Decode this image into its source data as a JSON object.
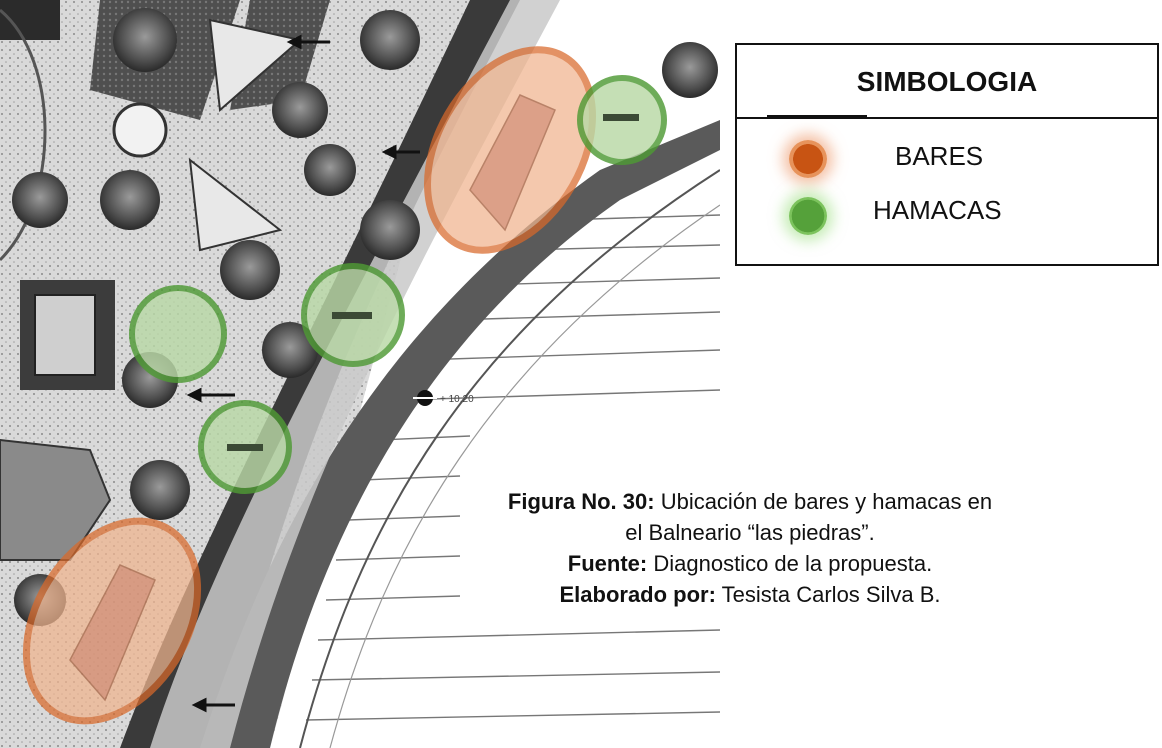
{
  "legend": {
    "title": "SIMBOLOGIA",
    "items": [
      {
        "label": "BARES",
        "color": "#c85413"
      },
      {
        "label": "HAMACAS",
        "color": "#55a13a"
      }
    ]
  },
  "caption": {
    "figure_label": "Figura No. 30:",
    "figure_text_1": " Ubicación de bares y hamacas en",
    "figure_text_2": "el Balneario “las piedras”.",
    "source_label": "Fuente:",
    "source_text": " Diagnostico de la propuesta.",
    "author_label": "Elaborado por:",
    "author_text": " Tesista Carlos Silva B."
  },
  "map": {
    "level_label": "+ 10.20",
    "bar_marker_color": "#d9692a",
    "hammock_marker_color": "#4f9a35"
  }
}
